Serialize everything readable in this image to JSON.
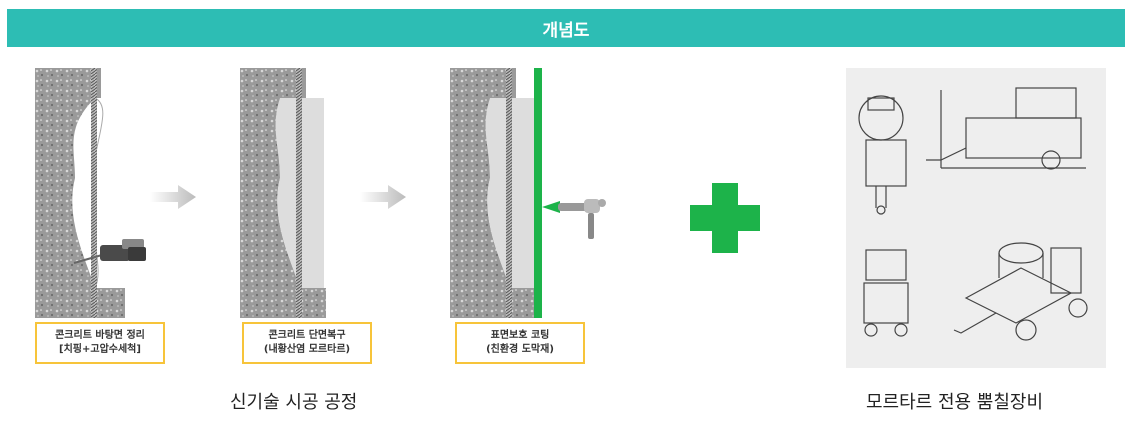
{
  "header": {
    "title": "개념도"
  },
  "steps": [
    {
      "line1": "콘크리트 바탕면 정리",
      "line2": "[치핑+고압수세척]"
    },
    {
      "line1": "콘크리트 단면복구",
      "line2": "(내황산염 모르타르)"
    },
    {
      "line1": "표면보호 코팅",
      "line2": "(친환경 도막재)"
    }
  ],
  "labels": {
    "process": "신기술 시공 공정",
    "equipment": "모르타르 전용 뿜칠장비"
  },
  "colors": {
    "header": "#2dbdb4",
    "accent_green": "#1db34a",
    "caption_border": "#f7c43a"
  }
}
